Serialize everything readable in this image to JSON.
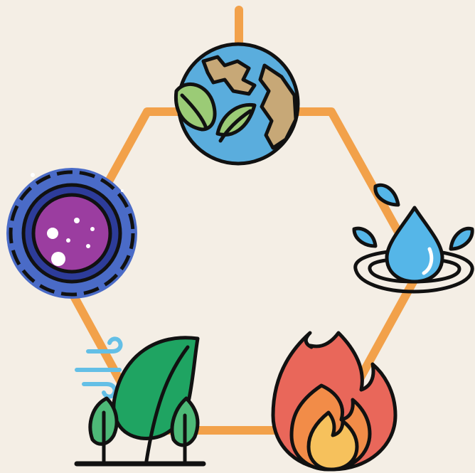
{
  "colors": {
    "background": "#F4EEE5",
    "hexagon": "#F2A14A",
    "outline": "#111111",
    "ocean": "#5AADDD",
    "land": "#C7A877",
    "leaf_light": "#9BCB76",
    "water_drop": "#55B6E8",
    "water_drop_dark": "#2F86C4",
    "fire_red": "#E9675A",
    "fire_orange": "#F28C48",
    "fire_yellow": "#F6C15C",
    "tree_dark": "#1FA462",
    "tree_light": "#4DB977",
    "wind": "#63BFE6",
    "void_purple": "#9B3DA0",
    "void_blue": "#4A6BC7",
    "void_ring": "#2D3C9A"
  },
  "nodes": [
    {
      "id": "earth",
      "icon": "earth-globe-icon"
    },
    {
      "id": "water",
      "icon": "water-drop-icon"
    },
    {
      "id": "fire",
      "icon": "fire-flame-icon"
    },
    {
      "id": "air",
      "icon": "leaves-wind-icon"
    },
    {
      "id": "void",
      "icon": "void-orb-icon"
    }
  ]
}
